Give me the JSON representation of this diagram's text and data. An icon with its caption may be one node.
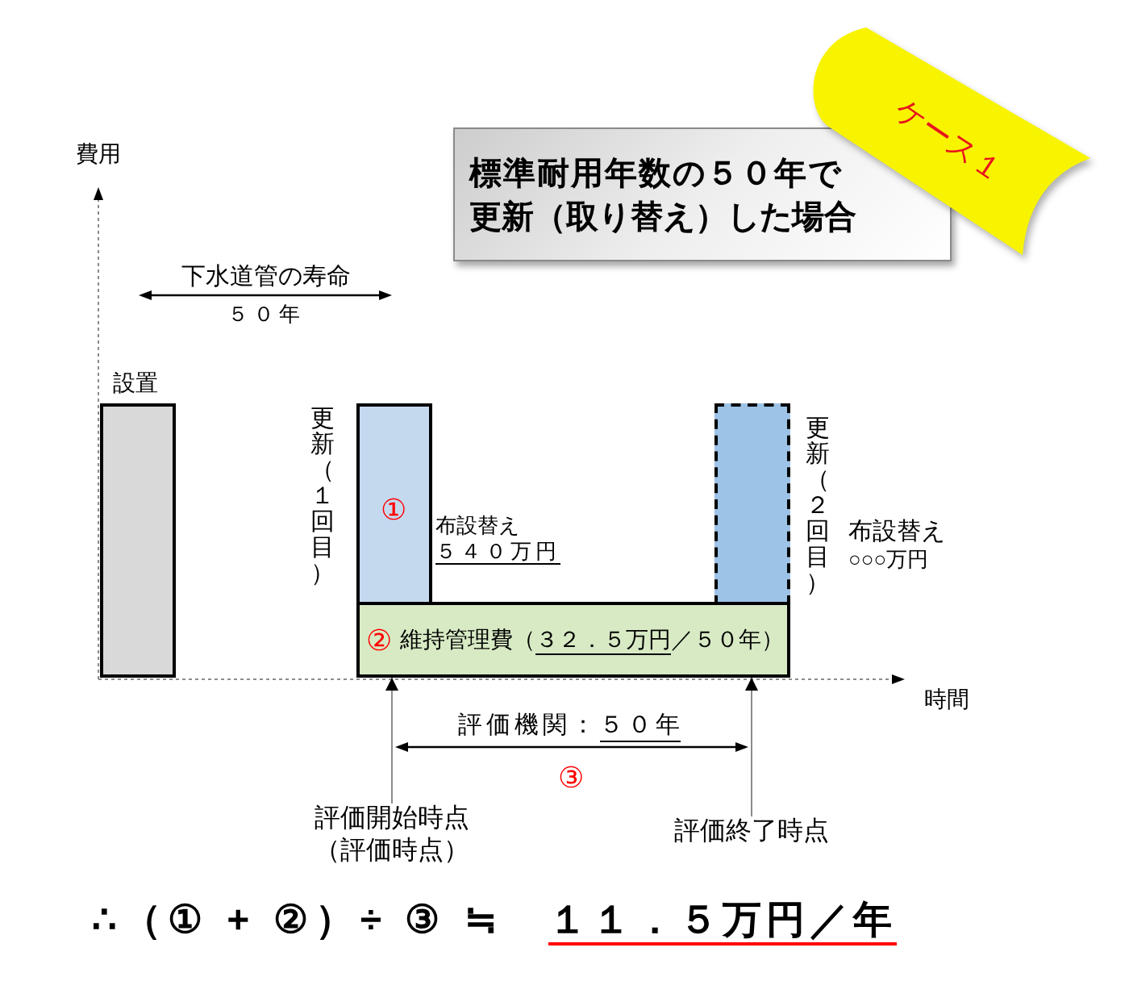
{
  "diagram": {
    "nodes": [
      {
        "text": [
          "標準耐用年数の５０年で更新（取り替え）した場合"
        ]
      },
      {
        "text": [
          "ケース１"
        ]
      },
      {
        "text": [
          "設置"
        ]
      },
      {
        "text": [
          "①"
        ],
        "beside": [
          "更新（１回目）",
          "布設替え",
          "５４０万円"
        ]
      },
      {
        "text": [],
        "shape": "bar",
        "beside": [
          "更新（２回目）",
          "布設替え",
          "○○○万円"
        ]
      },
      {
        "text": [
          "②",
          "維持管理費（３２．５万円／５０年）"
        ]
      },
      {
        "text": [
          "評価開始時点（評価時点）"
        ]
      },
      {
        "text": [
          "評価終了時点"
        ]
      }
    ],
    "edges": [
      {
        "from": 6,
        "to": 5,
        "arrow": "to"
      },
      {
        "from": 7,
        "to": 5,
        "arrow": "to"
      }
    ],
    "labels": [
      "費用",
      "下水道管の寿命",
      "５０年",
      "時間",
      "評価機関：５０年",
      "③",
      "∴（① + ②）÷ ③ ≒",
      "１１．５万円／年"
    ]
  }
}
